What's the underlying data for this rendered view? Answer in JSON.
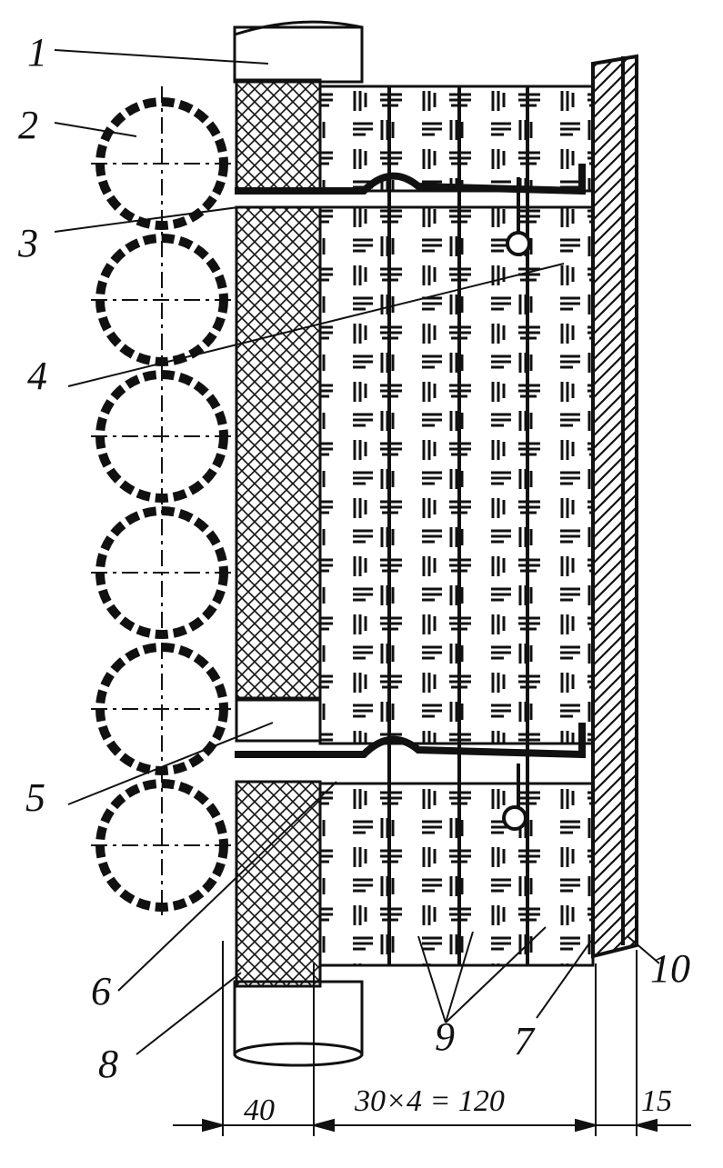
{
  "callouts": [
    "1",
    "2",
    "3",
    "4",
    "5",
    "6",
    "7",
    "8",
    "9",
    "10"
  ],
  "dimensions": {
    "insulation": "40",
    "bricks": "30×4 = 120",
    "casing": "15"
  },
  "colors": {
    "ink": "#111111",
    "paper": "#ffffff"
  }
}
